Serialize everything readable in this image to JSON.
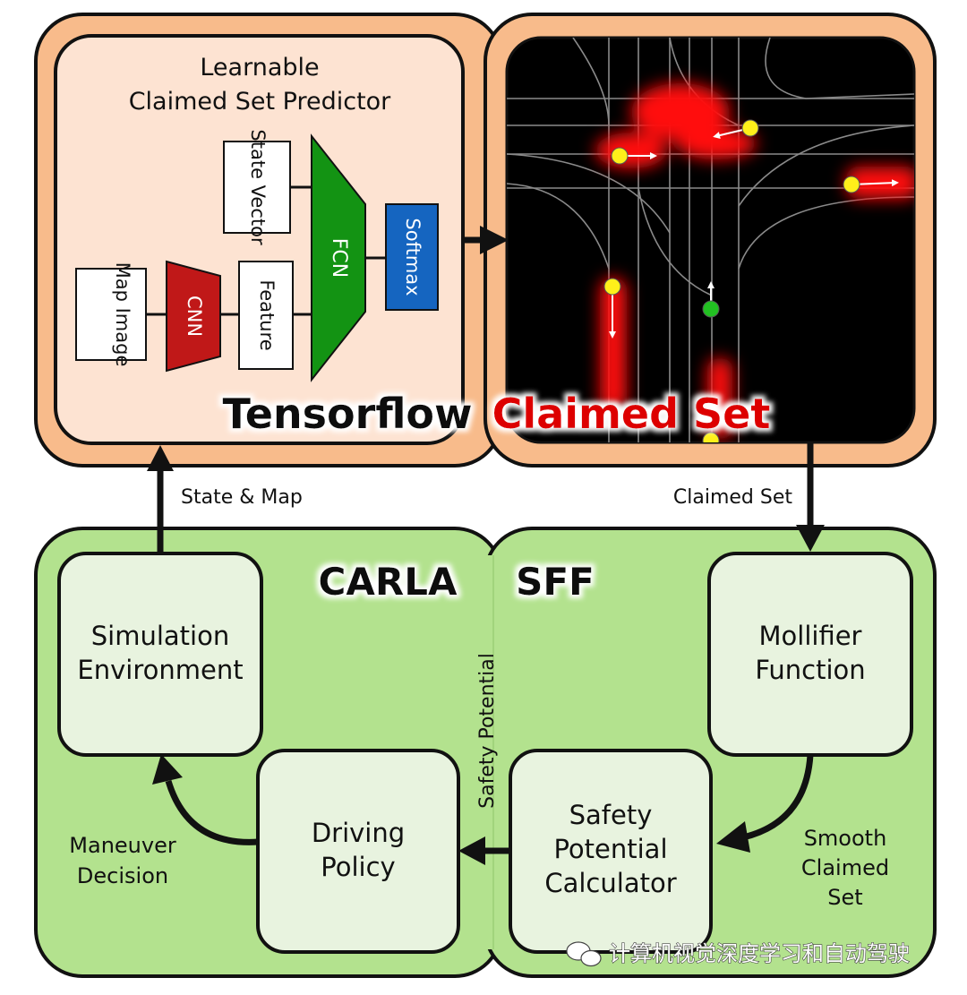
{
  "tensorflow": {
    "title_line1": "Learnable",
    "title_line2": "Claimed Set Predictor",
    "map_image": "Map Image",
    "cnn": "CNN",
    "feature": "Feature",
    "state_vector": "State Vector",
    "fcn": "FCN",
    "softmax": "Softmax",
    "framework_label": "Tensorflow"
  },
  "claimed_set_panel": {
    "label": "Claimed Set"
  },
  "arrows": {
    "state_and_map": "State & Map",
    "claimed_set": "Claimed Set",
    "safety_potential": "Safety Potential",
    "maneuver_decision_line1": "Maneuver",
    "maneuver_decision_line2": "Decision",
    "smooth_line1": "Smooth",
    "smooth_line2": "Claimed",
    "smooth_line3": "Set"
  },
  "carla": {
    "label": "CARLA",
    "simulation_line1": "Simulation",
    "simulation_line2": "Environment",
    "driving_line1": "Driving",
    "driving_line2": "Policy"
  },
  "sff": {
    "label": "SFF",
    "mollifier_line1": "Mollifier",
    "mollifier_line2": "Function",
    "safety_line1": "Safety",
    "safety_line2": "Potential",
    "safety_line3": "Calculator"
  },
  "watermark": "计算机视觉深度学习和自动驾驶",
  "colors": {
    "outer_orange": "#f8bb8b",
    "inner_orange": "#fde3d2",
    "outer_green": "#b3e28e",
    "inner_green": "#e8f3df",
    "cnn_red": "#c01818",
    "fcn_green": "#139313",
    "softmax_blue": "#1565c0",
    "claimed_red": "#dd0000"
  }
}
